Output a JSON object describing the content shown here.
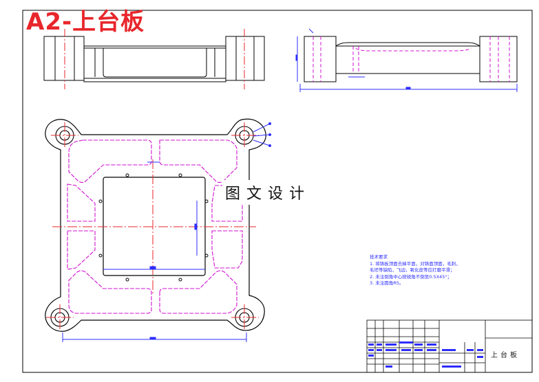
{
  "drawing": {
    "title": "A2-上台板",
    "watermark": "图文设计",
    "part_name": "上台板"
  },
  "technical_requirements": {
    "heading": "技术要求",
    "items": [
      "1. 将铸板顶面去掉平面，对铸面顶面，毛刺，",
      "   毛坯等缺陷，飞边，氧化皮等应打磨平滑；",
      "2. 未注倒角中心按锐角不倒至0.5X45°；",
      "3. 未注圆角R5。"
    ]
  },
  "colors": {
    "outline": "#000000",
    "hidden_lines": "#d010d0",
    "centerline": "#e8262b",
    "dimension": "#2c2cff",
    "title_red": "#e8262b"
  }
}
